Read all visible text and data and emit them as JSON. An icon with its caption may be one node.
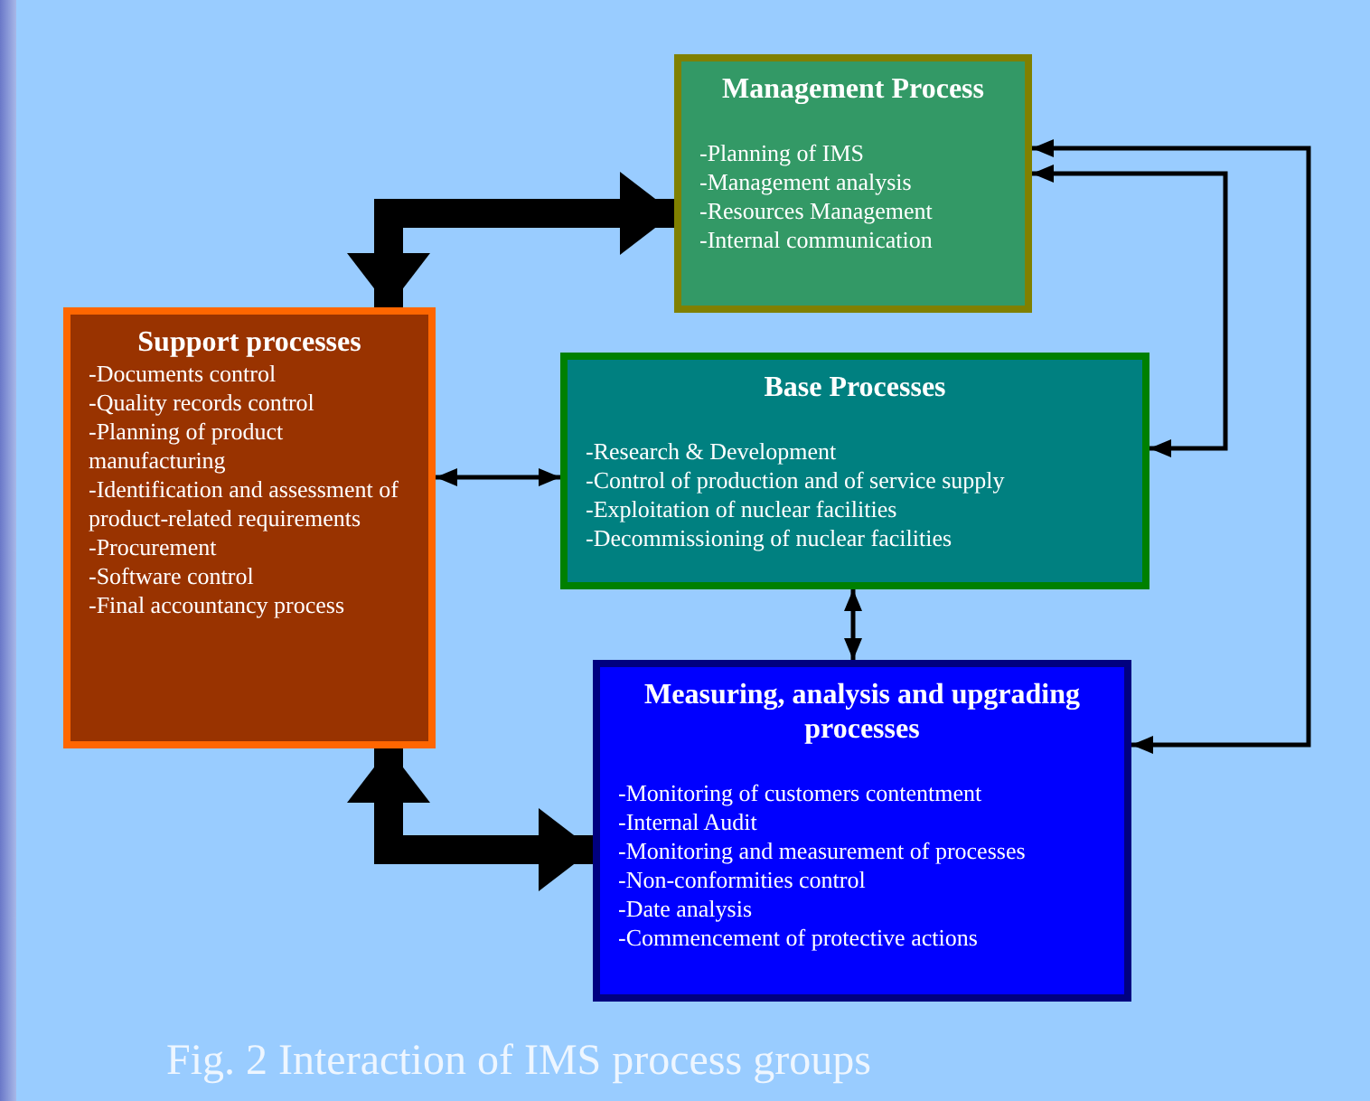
{
  "diagram": {
    "caption": "Fig. 2 Interaction of IMS process groups",
    "nodes": [
      {
        "text": [
          "Management Process",
          "-Planning of IMS",
          "-Management analysis",
          "-Resources Management",
          "-Internal communication"
        ]
      },
      {
        "text": [
          "Support processes",
          "-Documents control",
          "-Quality records control",
          "-Planning of product manufacturing",
          "-Identification and assessment of product-related requirements",
          "-Procurement",
          "-Software control",
          "-Final accountancy process"
        ]
      },
      {
        "text": [
          "Base Processes",
          "-Research & Development",
          "-Control of production and of service supply",
          "-Exploitation of nuclear facilities",
          "-Decommissioning of nuclear facilities"
        ]
      },
      {
        "text": [
          "Measuring, analysis and upgrading processes",
          "-Monitoring of customers contentment",
          "-Internal Audit",
          "-Monitoring and measurement of processes",
          "-Non-conformities control",
          "-Date analysis",
          "-Commencement of protective actions"
        ]
      }
    ],
    "edges": [
      {
        "from": 1,
        "to": 0,
        "arrow": "both",
        "style": "thick"
      },
      {
        "from": 1,
        "to": 2,
        "arrow": "both"
      },
      {
        "from": 0,
        "to": 2,
        "arrow": "both"
      },
      {
        "from": 0,
        "to": 3,
        "arrow": "both"
      },
      {
        "from": 2,
        "to": 3,
        "arrow": "both"
      },
      {
        "from": 1,
        "to": 3,
        "arrow": "both",
        "style": "thick"
      }
    ]
  }
}
